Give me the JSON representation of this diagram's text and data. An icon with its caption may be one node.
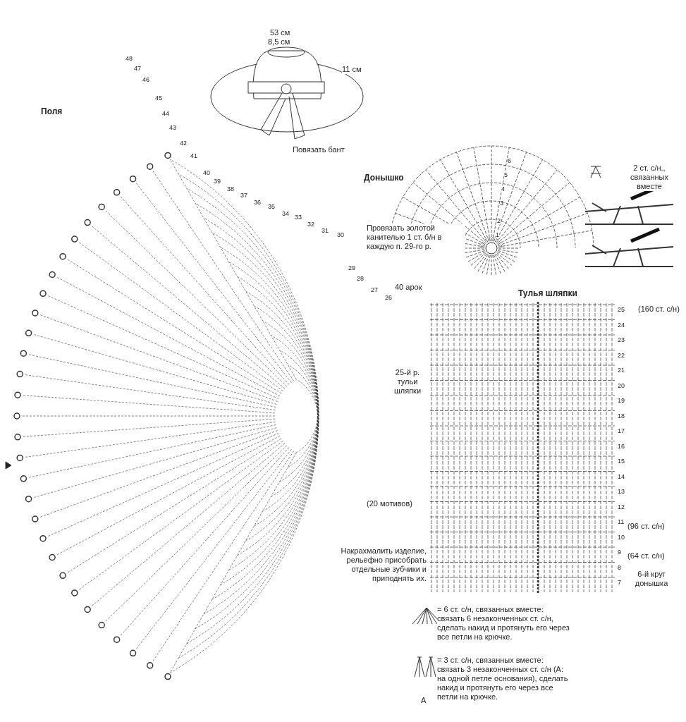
{
  "diagram": {
    "labels": [
      "Поля",
      "53 см",
      "8,5 см",
      "11 см",
      "Повязать бант",
      "48",
      "47",
      "46",
      "45",
      "44",
      "43",
      "42",
      "41",
      "40",
      "39",
      "38",
      "37",
      "36",
      "35",
      "34",
      "33",
      "32",
      "31",
      "30",
      "29",
      "28",
      "27",
      "26",
      "Донышко",
      "1",
      "2",
      "3",
      "4",
      "5",
      "6",
      "Провязать золотой канителью 1 ст. б/н в каждую п. 29-го р.",
      "40 арок",
      "25-й р. тульи шляпки",
      "(20 мотивов)",
      "Накрахмалить изделие, рельефно присобрать отдельные зубчики и приподнять их.",
      "Тулья шляпки",
      "25",
      "24",
      "23",
      "22",
      "21",
      "20",
      "19",
      "18",
      "17",
      "16",
      "15",
      "14",
      "13",
      "12",
      "11",
      "10",
      "9",
      "8",
      "7",
      "(160 ст. с/н)",
      "(96 ст. с/н)",
      "(64 ст. с/н)",
      "6-й круг донышка",
      "A"
    ],
    "legend": [
      {
        "text": "2 ст. с/н., связанных вместе"
      },
      {
        "text": "= 6 ст. с/н, связанных вместе: связать 6 незаконченных ст. с/н, сделать накид и протянуть его через все петли на крючке."
      },
      {
        "text": "= 3 ст. с/н, связанных вместе: связать 3 незаконченных ст. с/н (A: на одной петле основания), сделать накид и протянуть его через все петли на крючке."
      }
    ]
  }
}
